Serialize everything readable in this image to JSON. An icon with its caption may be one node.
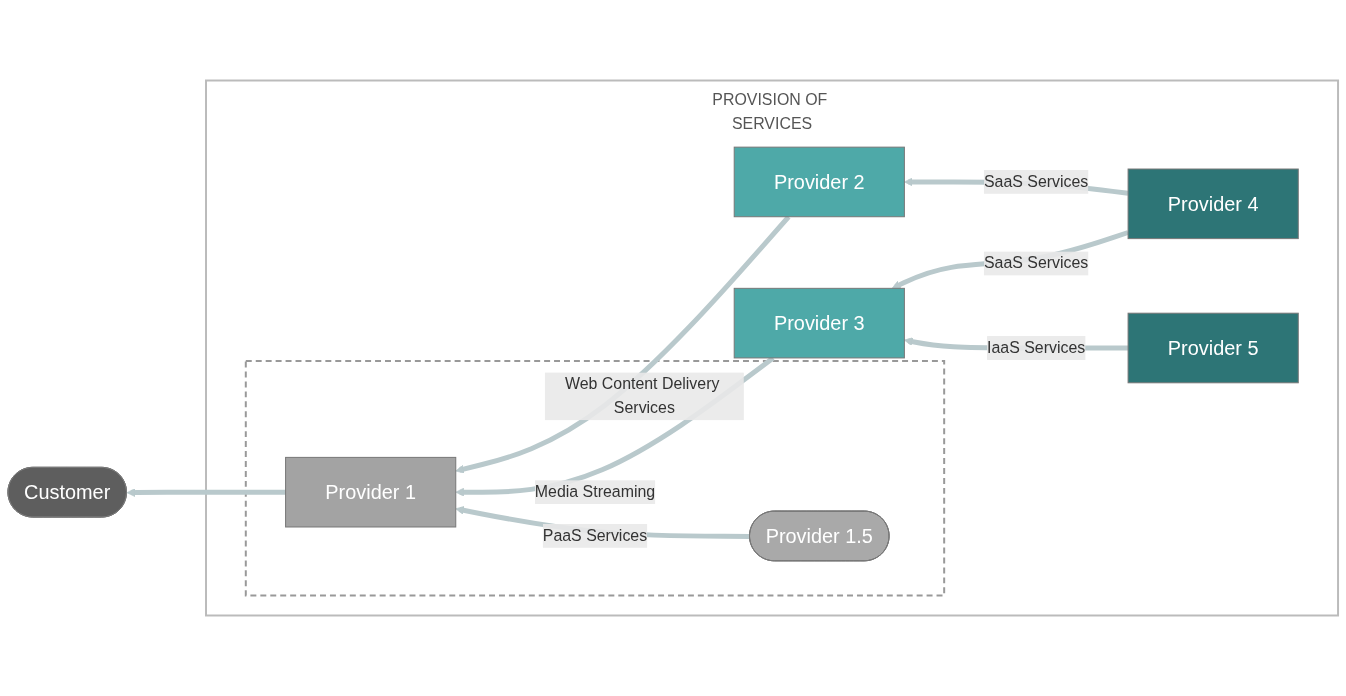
{
  "diagram": {
    "nodes": [
      {
        "text": [
          "PROVISION OF SERVICES"
        ]
      },
      {
        "text": [
          "Customer"
        ]
      },
      {
        "text": [],
        "shape": "box",
        "in": 0
      },
      {
        "text": [
          "Provider 1"
        ],
        "in": 2
      },
      {
        "text": [
          "Provider 2"
        ],
        "in": 0
      },
      {
        "text": [
          "Provider 4"
        ],
        "in": 0
      },
      {
        "text": [
          "Provider 3"
        ],
        "in": 0
      },
      {
        "text": [
          "Provider 1.5"
        ],
        "in": 2
      },
      {
        "text": [
          "Provider 5"
        ],
        "in": 0
      }
    ],
    "edges": [
      {
        "from": 3,
        "to": 1,
        "arrow": "to"
      },
      {
        "from": 4,
        "to": 3,
        "arrow": "to",
        "label": "Web Content Delivery Services"
      },
      {
        "from": 5,
        "to": 4,
        "arrow": "to",
        "label": "SaaS Services"
      },
      {
        "from": 6,
        "to": 3,
        "arrow": "to",
        "label": "Media Streaming"
      },
      {
        "from": 5,
        "to": 6,
        "arrow": "to",
        "label": "SaaS Services"
      },
      {
        "from": 7,
        "to": 3,
        "arrow": "to",
        "label": "PaaS Services"
      },
      {
        "from": 8,
        "to": 6,
        "arrow": "to",
        "label": "IaaS Services"
      }
    ]
  }
}
